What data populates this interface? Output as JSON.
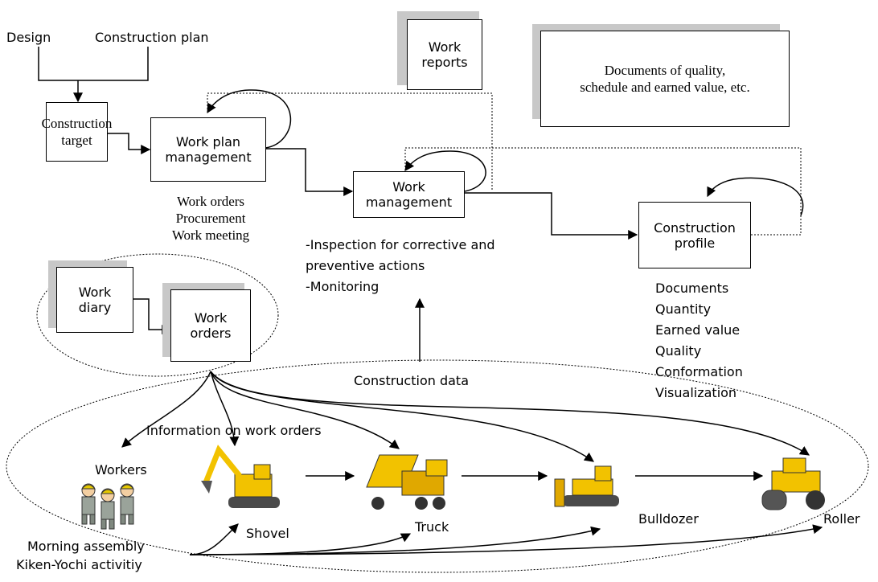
{
  "inputs": {
    "design": "Design",
    "construction_plan": "Construction plan"
  },
  "boxes": {
    "construction_target": "Construction\ntarget",
    "work_plan_management": "Work plan\nmanagement",
    "work_management": "Work\nmanagement",
    "construction_profile": "Construction\nprofile"
  },
  "documents": {
    "work_reports": "Work\nreports",
    "quality_docs": "Documents of quality,\nschedule and earned value, etc.",
    "work_diary": "Work\ndiary",
    "work_orders": "Work\norders"
  },
  "notes": {
    "work_plan_items": "Work orders\nProcurement\nWork meeting",
    "work_management_items": "-Inspection for corrective and\npreventive actions\n-Monitoring",
    "profile_items": "Documents\nQuantity\nEarned value\nQuality\nConformation\nVisualization",
    "construction_data": "Construction data",
    "info_on_work_orders": "Information on work orders"
  },
  "site": {
    "workers": "Workers",
    "shovel": "Shovel",
    "truck": "Truck",
    "bulldozer": "Bulldozer",
    "roller": "Roller",
    "morning_assembly": "Morning assembly",
    "kiken_yochi": "Kiken-Yochi activitiy"
  },
  "colors": {
    "line": "#000000",
    "shadow": "#c8c8c8",
    "machine_yellow": "#f2c200",
    "machine_dark": "#4a4a4a",
    "worker_gray": "#9aa39a"
  }
}
